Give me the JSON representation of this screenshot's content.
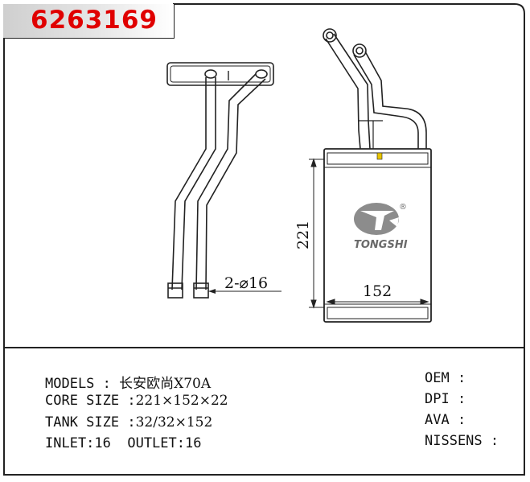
{
  "part_number": "6263169",
  "diagram": {
    "dim_height": "221",
    "dim_width": "152",
    "pipe_callout": "2-⌀16",
    "brand": "TONGSHI",
    "brand_mark": "®"
  },
  "specs": {
    "models_label": "MODELS :",
    "models_value": "长安欧尚X70A",
    "core_label": "CORE SIZE :",
    "core_value": "221×152×22",
    "tank_label": "TANK SIZE :",
    "tank_value": "32/32×152",
    "inlet_outlet": "INLET:16  OUTLET:16",
    "oem_label": "OEM :",
    "dpi_label": "DPI :",
    "ava_label": "AVA :",
    "nissens_label": "NISSENS :"
  }
}
